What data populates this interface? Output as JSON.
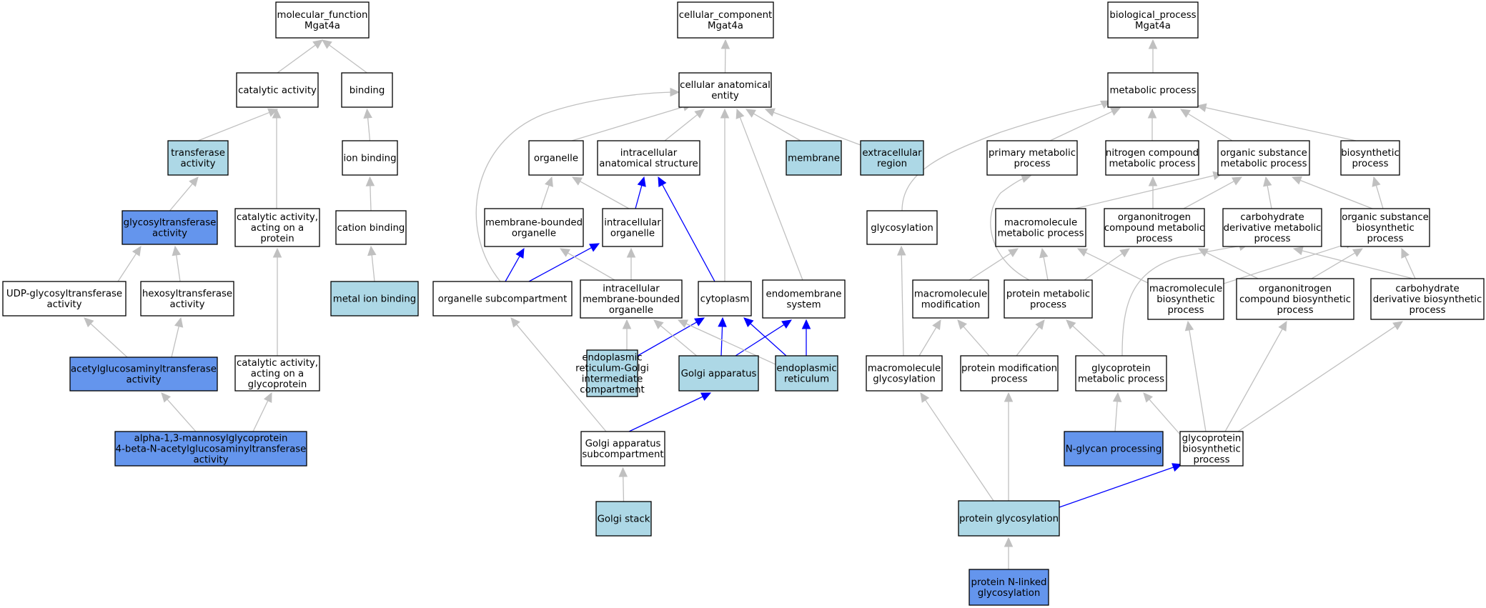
{
  "diagram": {
    "type": "go-term-graph",
    "colors": {
      "plain": "#ffffff",
      "light": "#add8e6",
      "strong": "#6495ed",
      "edge_gray": "#c0c0c0",
      "edge_blue": "#0000ff",
      "border": "#000000"
    },
    "nodes": {
      "mf_root": {
        "lines": [
          "molecular_function",
          "Mgat4a"
        ],
        "fill": "plain"
      },
      "catalytic": {
        "lines": [
          "catalytic activity"
        ],
        "fill": "plain"
      },
      "binding": {
        "lines": [
          "binding"
        ],
        "fill": "plain"
      },
      "transferase": {
        "lines": [
          "transferase",
          "activity"
        ],
        "fill": "light"
      },
      "ion_binding": {
        "lines": [
          "ion binding"
        ],
        "fill": "plain"
      },
      "glycosyltransferase": {
        "lines": [
          "glycosyltransferase",
          "activity"
        ],
        "fill": "strong"
      },
      "cat_protein": {
        "lines": [
          "catalytic activity,",
          "acting on a",
          "protein"
        ],
        "fill": "plain"
      },
      "cation_binding": {
        "lines": [
          "cation binding"
        ],
        "fill": "plain"
      },
      "udp_glyco": {
        "lines": [
          "UDP-glycosyltransferase",
          "activity"
        ],
        "fill": "plain"
      },
      "hexosyl": {
        "lines": [
          "hexosyltransferase",
          "activity"
        ],
        "fill": "plain"
      },
      "metal_ion": {
        "lines": [
          "metal ion binding"
        ],
        "fill": "light"
      },
      "acetylglucos": {
        "lines": [
          "acetylglucosaminyltransferase",
          "activity"
        ],
        "fill": "strong"
      },
      "cat_glycoprotein": {
        "lines": [
          "catalytic activity,",
          "acting on a",
          "glycoprotein"
        ],
        "fill": "plain"
      },
      "alpha13": {
        "lines": [
          "alpha-1,3-mannosylglycoprotein",
          "4-beta-N-acetylglucosaminyltransferase",
          "activity"
        ],
        "fill": "strong"
      },
      "cc_root": {
        "lines": [
          "cellular_component",
          "Mgat4a"
        ],
        "fill": "plain"
      },
      "cae": {
        "lines": [
          "cellular anatomical",
          "entity"
        ],
        "fill": "plain"
      },
      "organelle": {
        "lines": [
          "organelle"
        ],
        "fill": "plain"
      },
      "ias": {
        "lines": [
          "intracellular",
          "anatomical structure"
        ],
        "fill": "plain"
      },
      "membrane": {
        "lines": [
          "membrane"
        ],
        "fill": "light"
      },
      "extracellular": {
        "lines": [
          "extracellular",
          "region"
        ],
        "fill": "light"
      },
      "mbo": {
        "lines": [
          "membrane-bounded",
          "organelle"
        ],
        "fill": "plain"
      },
      "io": {
        "lines": [
          "intracellular",
          "organelle"
        ],
        "fill": "plain"
      },
      "osc": {
        "lines": [
          "organelle subcompartment"
        ],
        "fill": "plain"
      },
      "imbo": {
        "lines": [
          "intracellular",
          "membrane-bounded",
          "organelle"
        ],
        "fill": "plain"
      },
      "cytoplasm": {
        "lines": [
          "cytoplasm"
        ],
        "fill": "plain"
      },
      "endomembrane": {
        "lines": [
          "endomembrane",
          "system"
        ],
        "fill": "plain"
      },
      "ergic": {
        "lines": [
          "endoplasmic",
          "reticulum-Golgi",
          "intermediate",
          "compartment"
        ],
        "fill": "light"
      },
      "golgi": {
        "lines": [
          "Golgi apparatus"
        ],
        "fill": "light"
      },
      "er": {
        "lines": [
          "endoplasmic",
          "reticulum"
        ],
        "fill": "light"
      },
      "gas": {
        "lines": [
          "Golgi apparatus",
          "subcompartment"
        ],
        "fill": "plain"
      },
      "golgi_stack": {
        "lines": [
          "Golgi stack"
        ],
        "fill": "light"
      },
      "bp_root": {
        "lines": [
          "biological_process",
          "Mgat4a"
        ],
        "fill": "plain"
      },
      "metabolic": {
        "lines": [
          "metabolic process"
        ],
        "fill": "plain"
      },
      "primary": {
        "lines": [
          "primary metabolic",
          "process"
        ],
        "fill": "plain"
      },
      "nitrogen": {
        "lines": [
          "nitrogen compound",
          "metabolic process"
        ],
        "fill": "plain"
      },
      "organic_met": {
        "lines": [
          "organic substance",
          "metabolic process"
        ],
        "fill": "plain"
      },
      "biosynthetic": {
        "lines": [
          "biosynthetic",
          "process"
        ],
        "fill": "plain"
      },
      "glycosylation": {
        "lines": [
          "glycosylation"
        ],
        "fill": "plain"
      },
      "macro_met": {
        "lines": [
          "macromolecule",
          "metabolic process"
        ],
        "fill": "plain"
      },
      "organonitrogen_met": {
        "lines": [
          "organonitrogen",
          "compound metabolic",
          "process"
        ],
        "fill": "plain"
      },
      "carb_deriv_met": {
        "lines": [
          "carbohydrate",
          "derivative metabolic",
          "process"
        ],
        "fill": "plain"
      },
      "organic_bio": {
        "lines": [
          "organic substance",
          "biosynthetic",
          "process"
        ],
        "fill": "plain"
      },
      "macro_mod": {
        "lines": [
          "macromolecule",
          "modification"
        ],
        "fill": "plain"
      },
      "protein_met": {
        "lines": [
          "protein metabolic",
          "process"
        ],
        "fill": "plain"
      },
      "macro_bio": {
        "lines": [
          "macromolecule",
          "biosynthetic",
          "process"
        ],
        "fill": "plain"
      },
      "organonitrogen_bio": {
        "lines": [
          "organonitrogen",
          "compound biosynthetic",
          "process"
        ],
        "fill": "plain"
      },
      "carb_deriv_bio": {
        "lines": [
          "carbohydrate",
          "derivative biosynthetic",
          "process"
        ],
        "fill": "plain"
      },
      "macro_glyco": {
        "lines": [
          "macromolecule",
          "glycosylation"
        ],
        "fill": "plain"
      },
      "protein_mod": {
        "lines": [
          "protein modification",
          "process"
        ],
        "fill": "plain"
      },
      "glycoprotein_met": {
        "lines": [
          "glycoprotein",
          "metabolic process"
        ],
        "fill": "plain"
      },
      "nglycan": {
        "lines": [
          "N-glycan processing"
        ],
        "fill": "strong"
      },
      "glycoprotein_bio": {
        "lines": [
          "glycoprotein",
          "biosynthetic",
          "process"
        ],
        "fill": "plain"
      },
      "protein_glyco": {
        "lines": [
          "protein glycosylation"
        ],
        "fill": "light"
      },
      "protein_nlinked": {
        "lines": [
          "protein N-linked",
          "glycosylation"
        ],
        "fill": "strong"
      }
    },
    "edges": [
      {
        "from": "catalytic",
        "to": "mf_root",
        "color": "edge_gray"
      },
      {
        "from": "binding",
        "to": "mf_root",
        "color": "edge_gray"
      },
      {
        "from": "transferase",
        "to": "catalytic",
        "color": "edge_gray"
      },
      {
        "from": "cat_protein",
        "to": "catalytic",
        "color": "edge_gray"
      },
      {
        "from": "ion_binding",
        "to": "binding",
        "color": "edge_gray"
      },
      {
        "from": "cation_binding",
        "to": "ion_binding",
        "color": "edge_gray"
      },
      {
        "from": "metal_ion",
        "to": "cation_binding",
        "color": "edge_gray"
      },
      {
        "from": "glycosyltransferase",
        "to": "transferase",
        "color": "edge_gray"
      },
      {
        "from": "udp_glyco",
        "to": "glycosyltransferase",
        "color": "edge_gray"
      },
      {
        "from": "hexosyl",
        "to": "glycosyltransferase",
        "color": "edge_gray"
      },
      {
        "from": "acetylglucos",
        "to": "udp_glyco",
        "color": "edge_gray"
      },
      {
        "from": "acetylglucos",
        "to": "hexosyl",
        "color": "edge_gray"
      },
      {
        "from": "cat_glycoprotein",
        "to": "cat_protein",
        "color": "edge_gray"
      },
      {
        "from": "alpha13",
        "to": "acetylglucos",
        "color": "edge_gray"
      },
      {
        "from": "alpha13",
        "to": "cat_glycoprotein",
        "color": "edge_gray"
      },
      {
        "from": "cae",
        "to": "cc_root",
        "color": "edge_gray"
      },
      {
        "from": "organelle",
        "to": "cae",
        "color": "edge_gray"
      },
      {
        "from": "ias",
        "to": "cae",
        "color": "edge_gray"
      },
      {
        "from": "membrane",
        "to": "cae",
        "color": "edge_gray"
      },
      {
        "from": "extracellular",
        "to": "cae",
        "color": "edge_gray"
      },
      {
        "from": "cytoplasm",
        "to": "cae",
        "color": "edge_gray"
      },
      {
        "from": "endomembrane",
        "to": "cae",
        "color": "edge_gray"
      },
      {
        "from": "osc",
        "to": "cae",
        "color": "edge_gray",
        "route": "left-arc"
      },
      {
        "from": "mbo",
        "to": "organelle",
        "color": "edge_gray"
      },
      {
        "from": "io",
        "to": "organelle",
        "color": "edge_gray"
      },
      {
        "from": "io",
        "to": "ias",
        "color": "edge_blue"
      },
      {
        "from": "cytoplasm",
        "to": "ias",
        "color": "edge_blue"
      },
      {
        "from": "osc",
        "to": "mbo",
        "color": "edge_blue"
      },
      {
        "from": "osc",
        "to": "io",
        "color": "edge_blue"
      },
      {
        "from": "imbo",
        "to": "mbo",
        "color": "edge_gray"
      },
      {
        "from": "imbo",
        "to": "io",
        "color": "edge_gray"
      },
      {
        "from": "ergic",
        "to": "imbo",
        "color": "edge_gray"
      },
      {
        "from": "ergic",
        "to": "cytoplasm",
        "color": "edge_blue"
      },
      {
        "from": "golgi",
        "to": "imbo",
        "color": "edge_gray"
      },
      {
        "from": "golgi",
        "to": "cytoplasm",
        "color": "edge_blue"
      },
      {
        "from": "golgi",
        "to": "endomembrane",
        "color": "edge_blue"
      },
      {
        "from": "er",
        "to": "imbo",
        "color": "edge_gray"
      },
      {
        "from": "er",
        "to": "cytoplasm",
        "color": "edge_blue"
      },
      {
        "from": "er",
        "to": "endomembrane",
        "color": "edge_blue"
      },
      {
        "from": "gas",
        "to": "osc",
        "color": "edge_gray"
      },
      {
        "from": "gas",
        "to": "golgi",
        "color": "edge_blue"
      },
      {
        "from": "golgi_stack",
        "to": "gas",
        "color": "edge_gray"
      },
      {
        "from": "metabolic",
        "to": "bp_root",
        "color": "edge_gray"
      },
      {
        "from": "primary",
        "to": "metabolic",
        "color": "edge_gray"
      },
      {
        "from": "nitrogen",
        "to": "metabolic",
        "color": "edge_gray"
      },
      {
        "from": "organic_met",
        "to": "metabolic",
        "color": "edge_gray"
      },
      {
        "from": "biosynthetic",
        "to": "metabolic",
        "color": "edge_gray"
      },
      {
        "from": "glycosylation",
        "to": "metabolic",
        "color": "edge_gray"
      },
      {
        "from": "macro_met",
        "to": "organic_met",
        "color": "edge_gray"
      },
      {
        "from": "organonitrogen_met",
        "to": "nitrogen",
        "color": "edge_gray"
      },
      {
        "from": "organonitrogen_met",
        "to": "organic_met",
        "color": "edge_gray"
      },
      {
        "from": "carb_deriv_met",
        "to": "organic_met",
        "color": "edge_gray"
      },
      {
        "from": "organic_bio",
        "to": "organic_met",
        "color": "edge_gray"
      },
      {
        "from": "organic_bio",
        "to": "biosynthetic",
        "color": "edge_gray"
      },
      {
        "from": "macro_mod",
        "to": "macro_met",
        "color": "edge_gray"
      },
      {
        "from": "protein_met",
        "to": "macro_met",
        "color": "edge_gray"
      },
      {
        "from": "protein_met",
        "to": "primary",
        "color": "edge_gray"
      },
      {
        "from": "protein_met",
        "to": "organonitrogen_met",
        "color": "edge_gray"
      },
      {
        "from": "macro_bio",
        "to": "macro_met",
        "color": "edge_gray"
      },
      {
        "from": "macro_bio",
        "to": "organic_bio",
        "color": "edge_gray"
      },
      {
        "from": "organonitrogen_bio",
        "to": "organonitrogen_met",
        "color": "edge_gray"
      },
      {
        "from": "organonitrogen_bio",
        "to": "organic_bio",
        "color": "edge_gray"
      },
      {
        "from": "carb_deriv_bio",
        "to": "carb_deriv_met",
        "color": "edge_gray"
      },
      {
        "from": "carb_deriv_bio",
        "to": "organic_bio",
        "color": "edge_gray"
      },
      {
        "from": "macro_glyco",
        "to": "glycosylation",
        "color": "edge_gray"
      },
      {
        "from": "macro_glyco",
        "to": "macro_mod",
        "color": "edge_gray"
      },
      {
        "from": "protein_mod",
        "to": "macro_mod",
        "color": "edge_gray"
      },
      {
        "from": "protein_mod",
        "to": "protein_met",
        "color": "edge_gray"
      },
      {
        "from": "glycoprotein_met",
        "to": "protein_met",
        "color": "edge_gray"
      },
      {
        "from": "glycoprotein_met",
        "to": "carb_deriv_met",
        "color": "edge_gray"
      },
      {
        "from": "nglycan",
        "to": "glycoprotein_met",
        "color": "edge_gray"
      },
      {
        "from": "glycoprotein_bio",
        "to": "glycoprotein_met",
        "color": "edge_gray"
      },
      {
        "from": "glycoprotein_bio",
        "to": "macro_bio",
        "color": "edge_gray"
      },
      {
        "from": "glycoprotein_bio",
        "to": "organonitrogen_bio",
        "color": "edge_gray"
      },
      {
        "from": "glycoprotein_bio",
        "to": "carb_deriv_bio",
        "color": "edge_gray"
      },
      {
        "from": "protein_glyco",
        "to": "macro_glyco",
        "color": "edge_gray"
      },
      {
        "from": "protein_glyco",
        "to": "protein_mod",
        "color": "edge_gray"
      },
      {
        "from": "protein_glyco",
        "to": "glycoprotein_bio",
        "color": "edge_blue"
      },
      {
        "from": "protein_nlinked",
        "to": "protein_glyco",
        "color": "edge_gray"
      }
    ]
  }
}
